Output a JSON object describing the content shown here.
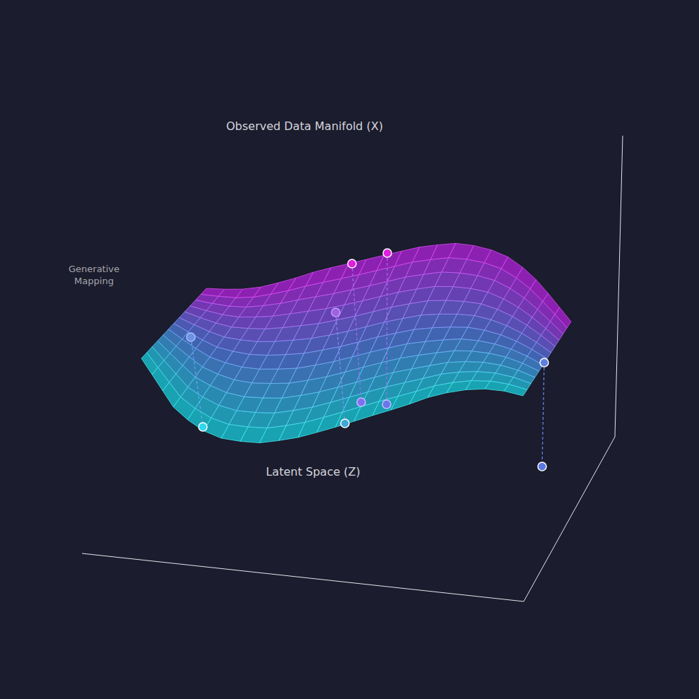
{
  "diagram": {
    "labels": [
      "Observed Data Manifold (X)",
      "Latent Space (Z)",
      "Generative Mapping"
    ]
  }
}
